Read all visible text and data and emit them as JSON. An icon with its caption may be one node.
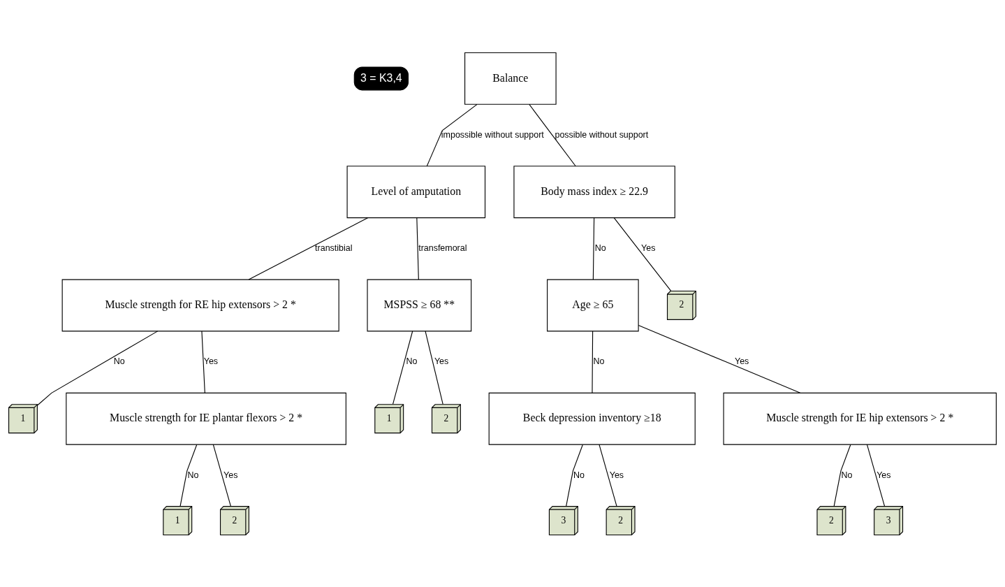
{
  "diagram": {
    "nodes": [
      {
        "text": [
          "Balance"
        ]
      },
      {
        "text": [
          "Level of amputation"
        ]
      },
      {
        "text": [
          "Body mass index ≥ 22.9"
        ]
      },
      {
        "text": [
          "Muscle strength for RE hip extensors > 2 *"
        ]
      },
      {
        "text": [
          "MSPSS ≥ 68 **"
        ]
      },
      {
        "text": [
          "Age ≥ 65"
        ]
      },
      {
        "text": [
          "2"
        ]
      },
      {
        "text": [
          "1"
        ]
      },
      {
        "text": [
          "1"
        ]
      },
      {
        "text": [
          "2"
        ]
      },
      {
        "text": [
          "Muscle strength for IE plantar flexors > 2 *"
        ]
      },
      {
        "text": [
          "Beck depression inventory ≥18"
        ]
      },
      {
        "text": [
          "Muscle strength for IE hip extensors > 2 *"
        ]
      },
      {
        "text": [
          "1"
        ]
      },
      {
        "text": [
          "2"
        ]
      },
      {
        "text": [
          "3"
        ]
      },
      {
        "text": [
          "2"
        ]
      },
      {
        "text": [
          "2"
        ]
      },
      {
        "text": [
          "3"
        ]
      }
    ],
    "edges": [
      {
        "from": 0,
        "to": 1,
        "arrow": "none",
        "label": "impossible without support"
      },
      {
        "from": 0,
        "to": 2,
        "arrow": "none",
        "label": "possible without support"
      },
      {
        "from": 1,
        "to": 3,
        "arrow": "none",
        "label": "transtibial"
      },
      {
        "from": 1,
        "to": 4,
        "arrow": "none",
        "label": "transfemoral"
      },
      {
        "from": 2,
        "to": 5,
        "arrow": "none",
        "label": "No"
      },
      {
        "from": 2,
        "to": 6,
        "arrow": "none",
        "label": "Yes"
      },
      {
        "from": 3,
        "to": 7,
        "arrow": "none",
        "label": "No"
      },
      {
        "from": 3,
        "to": 10,
        "arrow": "none",
        "label": "Yes"
      },
      {
        "from": 4,
        "to": 8,
        "arrow": "none",
        "label": "No"
      },
      {
        "from": 4,
        "to": 9,
        "arrow": "none",
        "label": "Yes"
      },
      {
        "from": 5,
        "to": 11,
        "arrow": "none",
        "label": "No"
      },
      {
        "from": 5,
        "to": 12,
        "arrow": "none",
        "label": "Yes"
      },
      {
        "from": 10,
        "to": 13,
        "arrow": "none",
        "label": "No"
      },
      {
        "from": 10,
        "to": 14,
        "arrow": "none",
        "label": "Yes"
      },
      {
        "from": 11,
        "to": 15,
        "arrow": "none",
        "label": "No"
      },
      {
        "from": 11,
        "to": 16,
        "arrow": "none",
        "label": "Yes"
      },
      {
        "from": 12,
        "to": 17,
        "arrow": "none",
        "label": "No"
      },
      {
        "from": 12,
        "to": 18,
        "arrow": "none",
        "label": "Yes"
      }
    ],
    "labels": [
      "3 = K3,4"
    ]
  }
}
